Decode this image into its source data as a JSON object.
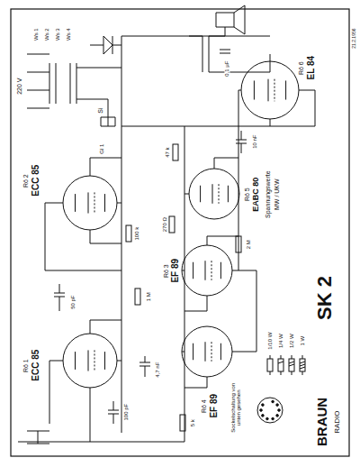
{
  "diagram": {
    "labels": [
      "BRAUN",
      "RADIO",
      "SK 2",
      "Rö 1",
      "ECC 85",
      "Rö 2",
      "ECC 85",
      "Rö 3",
      "EF 89",
      "Rö 4",
      "EF 89",
      "Rö 5",
      "EABC 80",
      "Rö 6",
      "EL 84",
      "Spannungswerte",
      "MW / UKW",
      "Sockelschaltung von unten gesehen",
      "21.2.1956",
      "220 V",
      "Ws 1",
      "Ws 2",
      "Ws 3",
      "Ws 4",
      "Si",
      "Gl 1",
      "1 M",
      "100 k",
      "50 pF",
      "4,7 nF",
      "270 Ω",
      "2 M",
      "47 k",
      "10 nF",
      "5 k",
      "100 pF",
      "0,1 µF"
    ],
    "legend": [
      {
        "text": "1/10 W"
      },
      {
        "text": "1/4 W"
      },
      {
        "text": "1/2 W"
      },
      {
        "text": "1 W"
      }
    ]
  }
}
